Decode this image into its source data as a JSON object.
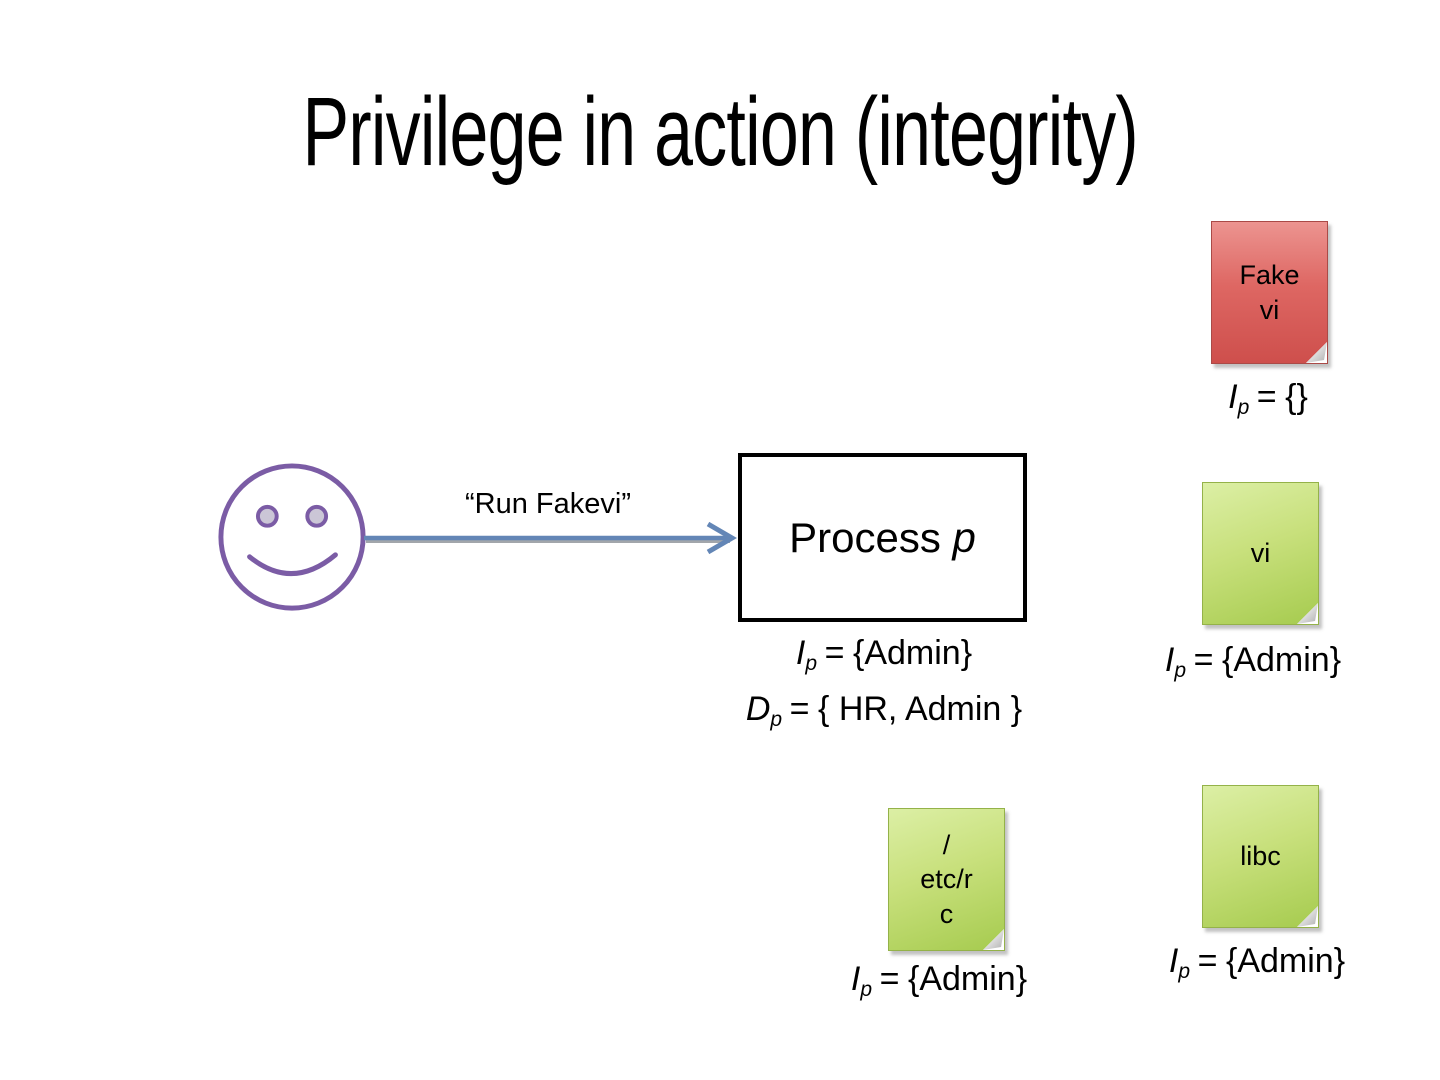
{
  "title": "Privilege in action (integrity)",
  "command_label": "“Run Fakevi”",
  "process": {
    "label": "Process",
    "var": "p",
    "lines": [
      {
        "sym": "I",
        "sub": "p",
        "eq": "=",
        "val": "{Admin}"
      },
      {
        "sym": "D",
        "sub": "p",
        "eq": "=",
        "val": "{ HR, Admin }"
      }
    ]
  },
  "files": [
    {
      "kind": "malicious",
      "lines": [
        "Fake",
        "vi"
      ],
      "caption": {
        "sym": "I",
        "sub": "p",
        "eq": "=",
        "val": "{}"
      }
    },
    {
      "kind": "trusted",
      "lines": [
        "vi"
      ],
      "caption": {
        "sym": "I",
        "sub": "p",
        "eq": "=",
        "val": "{Admin}"
      }
    },
    {
      "kind": "trusted",
      "lines": [
        "/",
        "etc/r",
        "c"
      ],
      "caption": {
        "sym": "I",
        "sub": "p",
        "eq": "=",
        "val": "{Admin}"
      }
    },
    {
      "kind": "trusted",
      "lines": [
        "libc"
      ],
      "caption": {
        "sym": "I",
        "sub": "p",
        "eq": "=",
        "val": "{Admin}"
      }
    }
  ],
  "colors": {
    "malicious-top": "#ec9490",
    "malicious-mid": "#de6763",
    "malicious-bottom": "#ce4f4c",
    "malicious-border": "#aa4a47",
    "trusted-top": "#dcefa5",
    "trusted-mid": "#c8e07c",
    "trusted-bottom": "#a6cb4f",
    "trusted-border": "#94b249",
    "arrow-blue": "#6386b6",
    "arrow-shadow": "#a2a6ab",
    "smiley-purple": "#7b5ca5",
    "smiley-eye-fill": "#cbc6d6"
  }
}
